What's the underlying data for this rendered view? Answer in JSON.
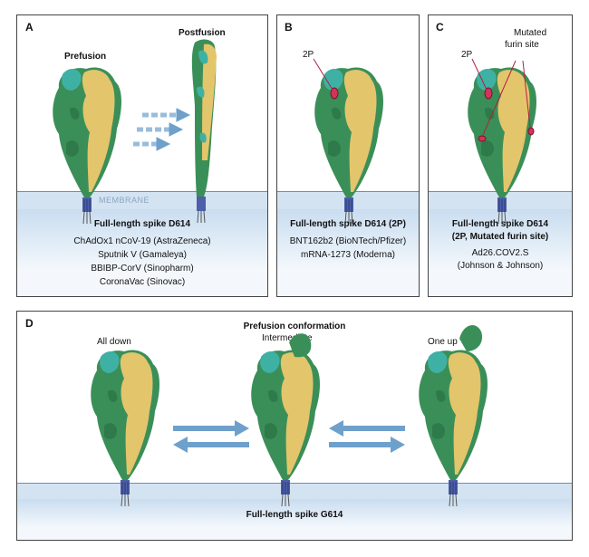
{
  "colors": {
    "green": "#3a8f58",
    "teal": "#3fb1a4",
    "yellow": "#e3c56c",
    "membrane": "#d3e3f2",
    "arrow": "#6ea0cc"
  },
  "panel_a": {
    "letter": "A",
    "prefusion_label": "Prefusion",
    "postfusion_label": "Postfusion",
    "membrane_label": "MEMBRANE",
    "title": "Full-length spike D614",
    "vaccines": [
      "ChAdOx1 nCoV-19 (AstraZeneca)",
      "Sputnik V (Gamaleya)",
      "BBIBP-CorV (Sinopharm)",
      "CoronaVac (Sinovac)"
    ]
  },
  "panel_b": {
    "letter": "B",
    "mutation_label": "2P",
    "title": "Full-length spike D614 (2P)",
    "vaccines": [
      "BNT162b2 (BioNTech/Pfizer)",
      "mRNA-1273 (Moderna)"
    ]
  },
  "panel_c": {
    "letter": "C",
    "mutation_label": "2P",
    "furin_label_1": "Mutated",
    "furin_label_2": "furin site",
    "title_line1": "Full-length spike D614",
    "title_line2": "(2P, Mutated furin site)",
    "vaccines": [
      "Ad26.COV2.S",
      "(Johnson & Johnson)"
    ]
  },
  "panel_d": {
    "letter": "D",
    "heading": "Prefusion conformation",
    "states": [
      "All down",
      "Intermediate",
      "One up"
    ],
    "title": "Full-length spike G614"
  }
}
